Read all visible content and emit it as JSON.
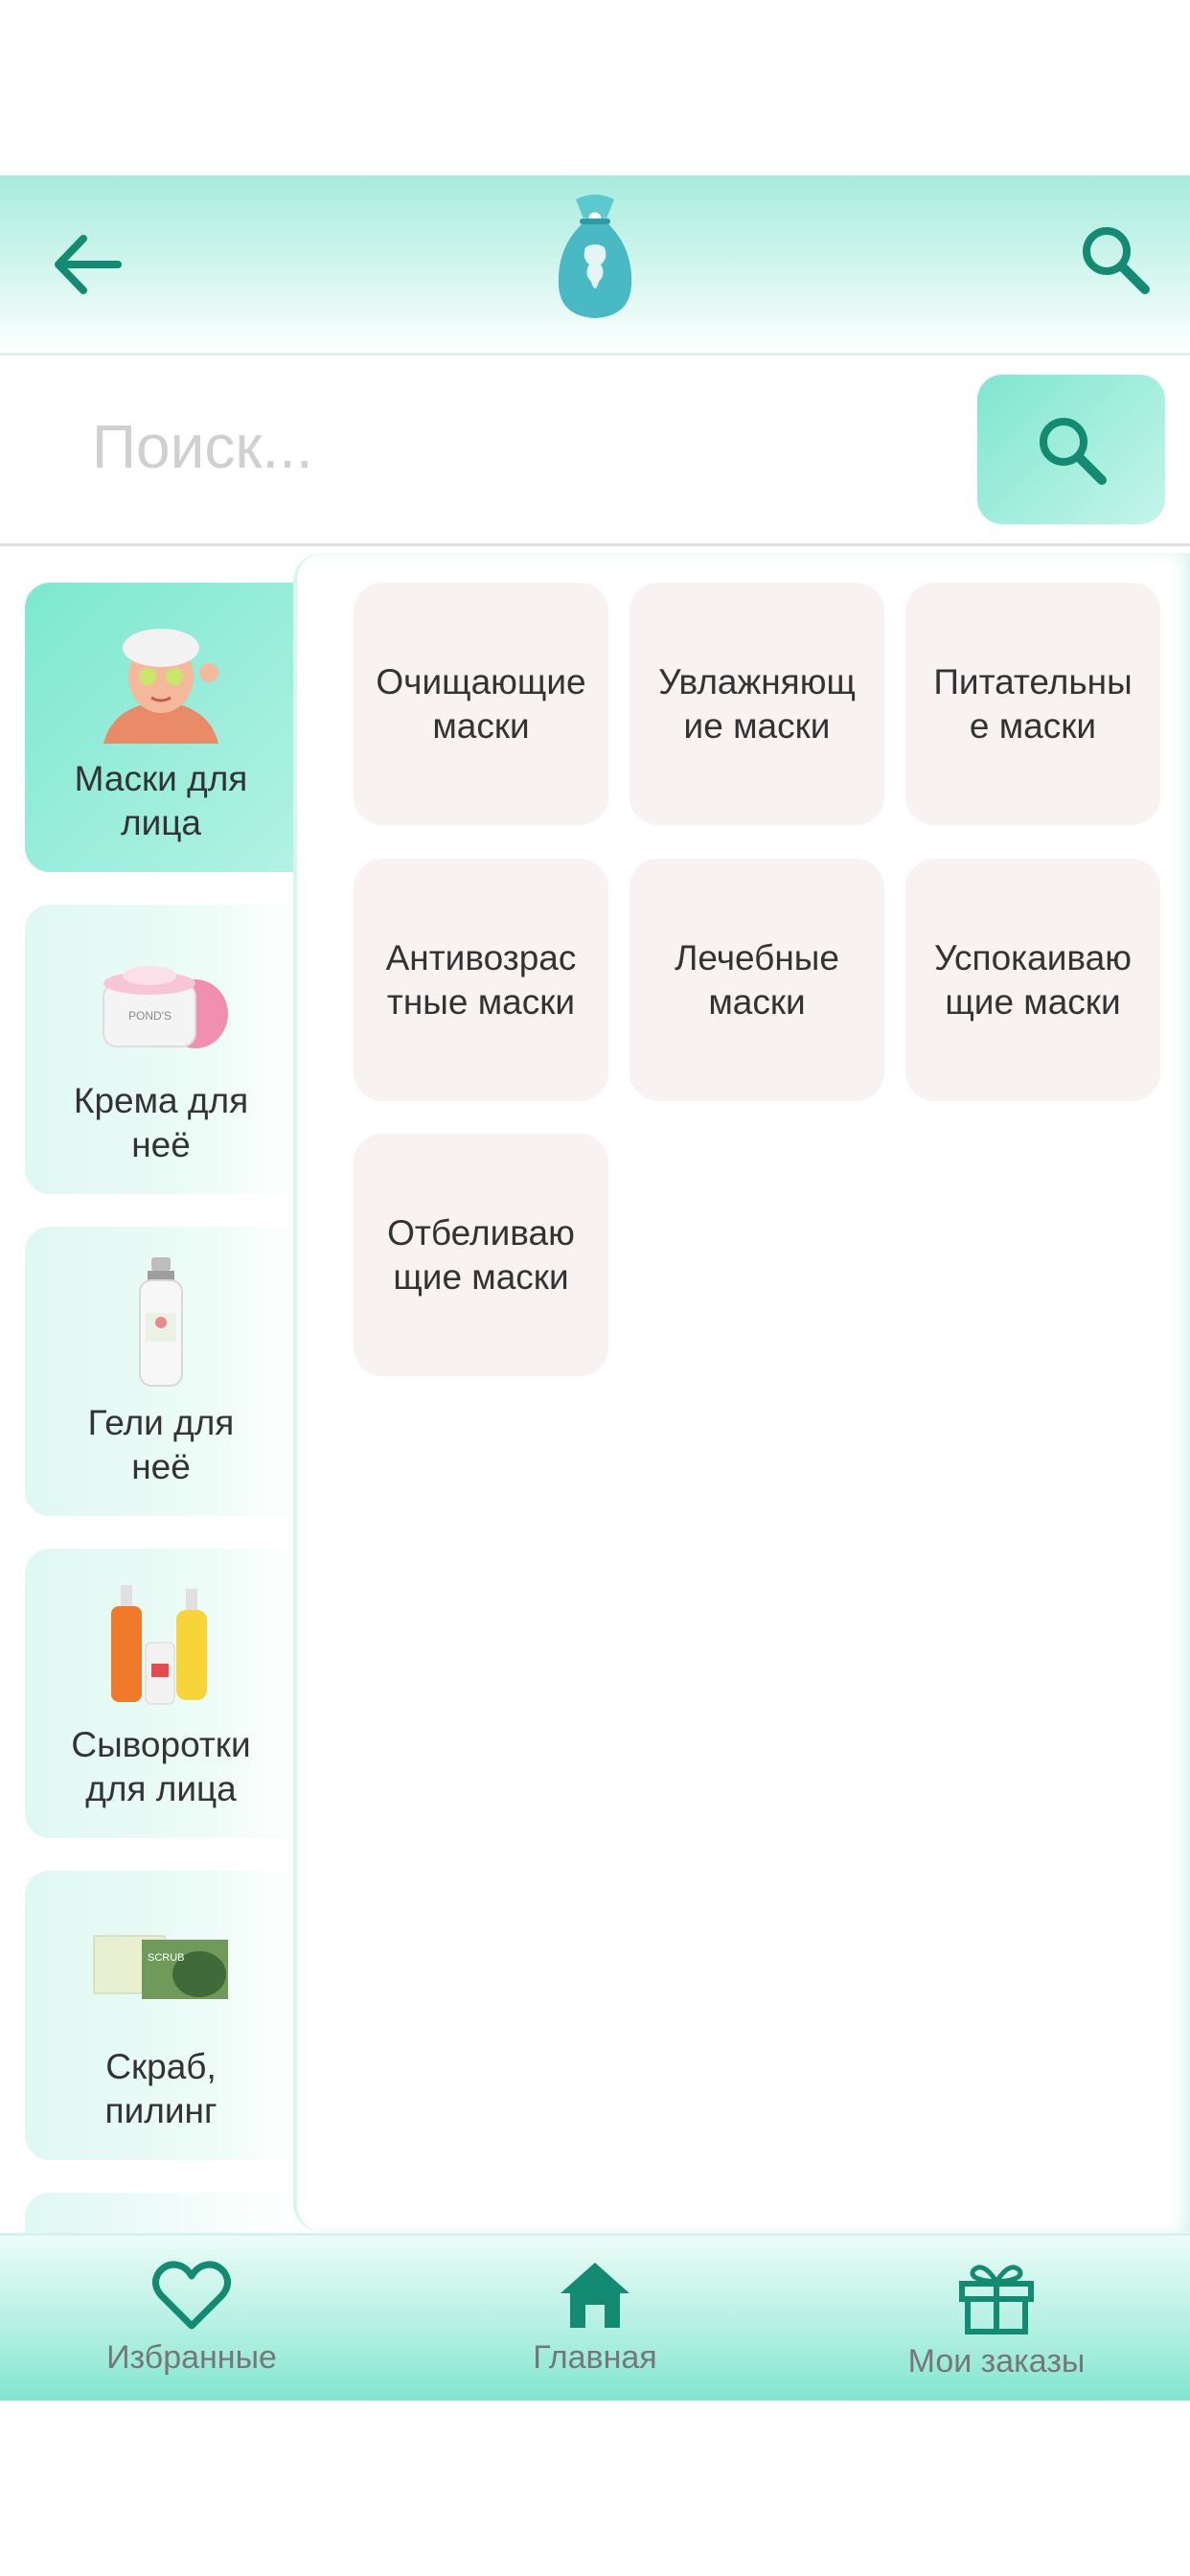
{
  "header": {
    "back_icon": "arrow-left-icon",
    "logo_icon": "gift-pouch-logo",
    "search_icon": "search-icon"
  },
  "search": {
    "placeholder": "Поиск...",
    "value": ""
  },
  "categories": [
    {
      "label": "Маски для\nлица",
      "icon": "face-mask-photo",
      "active": true
    },
    {
      "label": "Крема для\nнеё",
      "icon": "cream-jar-photo",
      "active": false
    },
    {
      "label": "Гели для\nнеё",
      "icon": "gel-bottle-photo",
      "active": false
    },
    {
      "label": "Сыворотки\nдля лица",
      "icon": "serum-bottles-photo",
      "active": false
    },
    {
      "label": "Скраб,\nпилинг",
      "icon": "scrub-box-photo",
      "active": false
    }
  ],
  "subcategories": [
    {
      "label": "Очищающие\nмаски"
    },
    {
      "label": "Увлажняющ\nие маски"
    },
    {
      "label": "Питательны\nе маски"
    },
    {
      "label": "Антивозрас\nтные маски"
    },
    {
      "label": "Лечебные\nмаски"
    },
    {
      "label": "Успокаиваю\nщие маски"
    },
    {
      "label": "Отбеливаю\nщие маски"
    }
  ],
  "bottom_nav": [
    {
      "label": "Избранные",
      "icon": "heart-icon"
    },
    {
      "label": "Главная",
      "icon": "home-icon"
    },
    {
      "label": "Мои заказы",
      "icon": "gift-icon"
    }
  ],
  "colors": {
    "accent": "#7fe6cf",
    "icon": "#138a72",
    "tile": "#f8f3f2"
  }
}
